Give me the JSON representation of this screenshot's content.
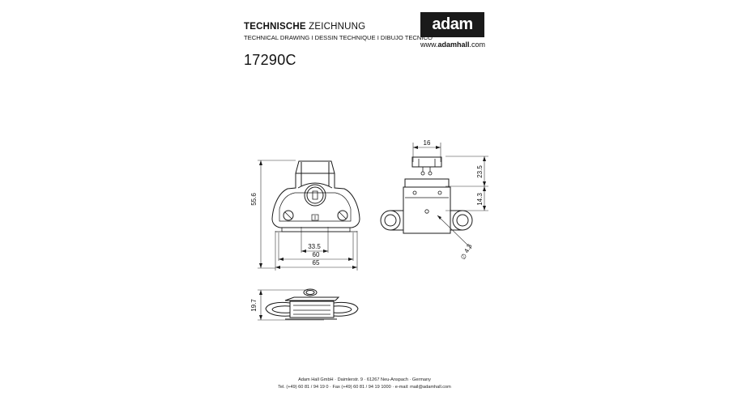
{
  "header": {
    "title_bold": "TECHNISCHE",
    "title_rest": "ZEICHNUNG",
    "subtitle": "TECHNICAL DRAWING I DESSIN TECHNIQUE I DIBUJO TECNICO"
  },
  "logo": {
    "brand": "adam hall",
    "url_prefix": "www.",
    "url_bold": "adamhall",
    "url_suffix": ".com"
  },
  "part_number": "17290C",
  "dimensions": {
    "height_total": "55.6",
    "width_inner": "33.5",
    "width_mid": "60",
    "width_total": "65",
    "side_top": "16",
    "side_right_upper": "23.5",
    "side_right_lower": "14.3",
    "hole_diameter": "∅ 4.3",
    "bottom_height": "19.7"
  },
  "footer": {
    "line1": "Adam Hall GmbH · Daimlerstr. 9 · 61267 Neu-Anspach · Germany",
    "line2": "Tel. (+49) 60 81 / 94 19 0 · Fax (+49) 60 81 / 94 19 1000 · e-mail: mail@adamhall.com"
  }
}
